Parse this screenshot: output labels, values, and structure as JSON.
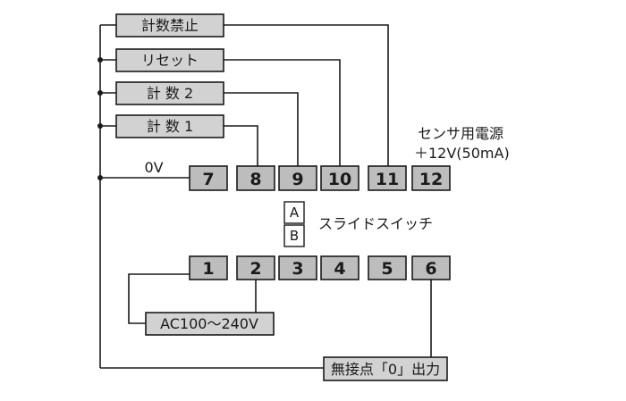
{
  "inputs": {
    "inhibit": "計数禁止",
    "reset": "リセット",
    "count2": "計 数 2",
    "count1": "計 数 1"
  },
  "zero_volt_label": "0V",
  "sensor_power": {
    "line1": "センサ用電源",
    "line2": "＋12V(50mA)"
  },
  "terminals_top": [
    "7",
    "8",
    "9",
    "10",
    "11",
    "12"
  ],
  "terminals_bottom": [
    "1",
    "2",
    "3",
    "4",
    "5",
    "6"
  ],
  "slide_switch": {
    "pos_a": "A",
    "pos_b": "B",
    "label": "スライドスイッチ"
  },
  "power_supply": "AC100～240V",
  "output": "無接点「0」出力"
}
